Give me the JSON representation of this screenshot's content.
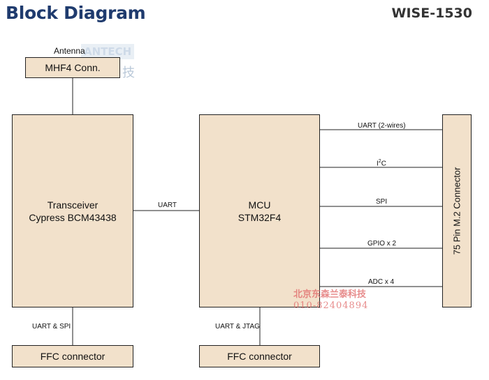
{
  "title": "Block Diagram",
  "model": "WISE-1530",
  "watermark": {
    "brand": "ANTECH",
    "cn": "研华科技"
  },
  "antenna": {
    "label": "Antenna",
    "box": "MHF4 Conn."
  },
  "transceiver": {
    "line1": "Transceiver",
    "line2": "Cypress BCM43438"
  },
  "mcu": {
    "line1": "MCU",
    "line2": "STM32F4"
  },
  "connector": {
    "label": "75 Pin M.2 Connector"
  },
  "links": {
    "trx_mcu": "UART",
    "trx_ffc": "UART & SPI",
    "mcu_ffc": "UART & JTAG",
    "uart2": "UART (2-wires)",
    "i2c_base": "I",
    "i2c_sup": "2",
    "i2c_end": "C",
    "spi": "SPI",
    "gpio": "GPIO x 2",
    "adc": "ADC x 4"
  },
  "ffc_left": "FFC connector",
  "ffc_right": "FFC connector",
  "stamp": {
    "line1": "北京东森兰泰科技",
    "line2": "010-82404894"
  }
}
